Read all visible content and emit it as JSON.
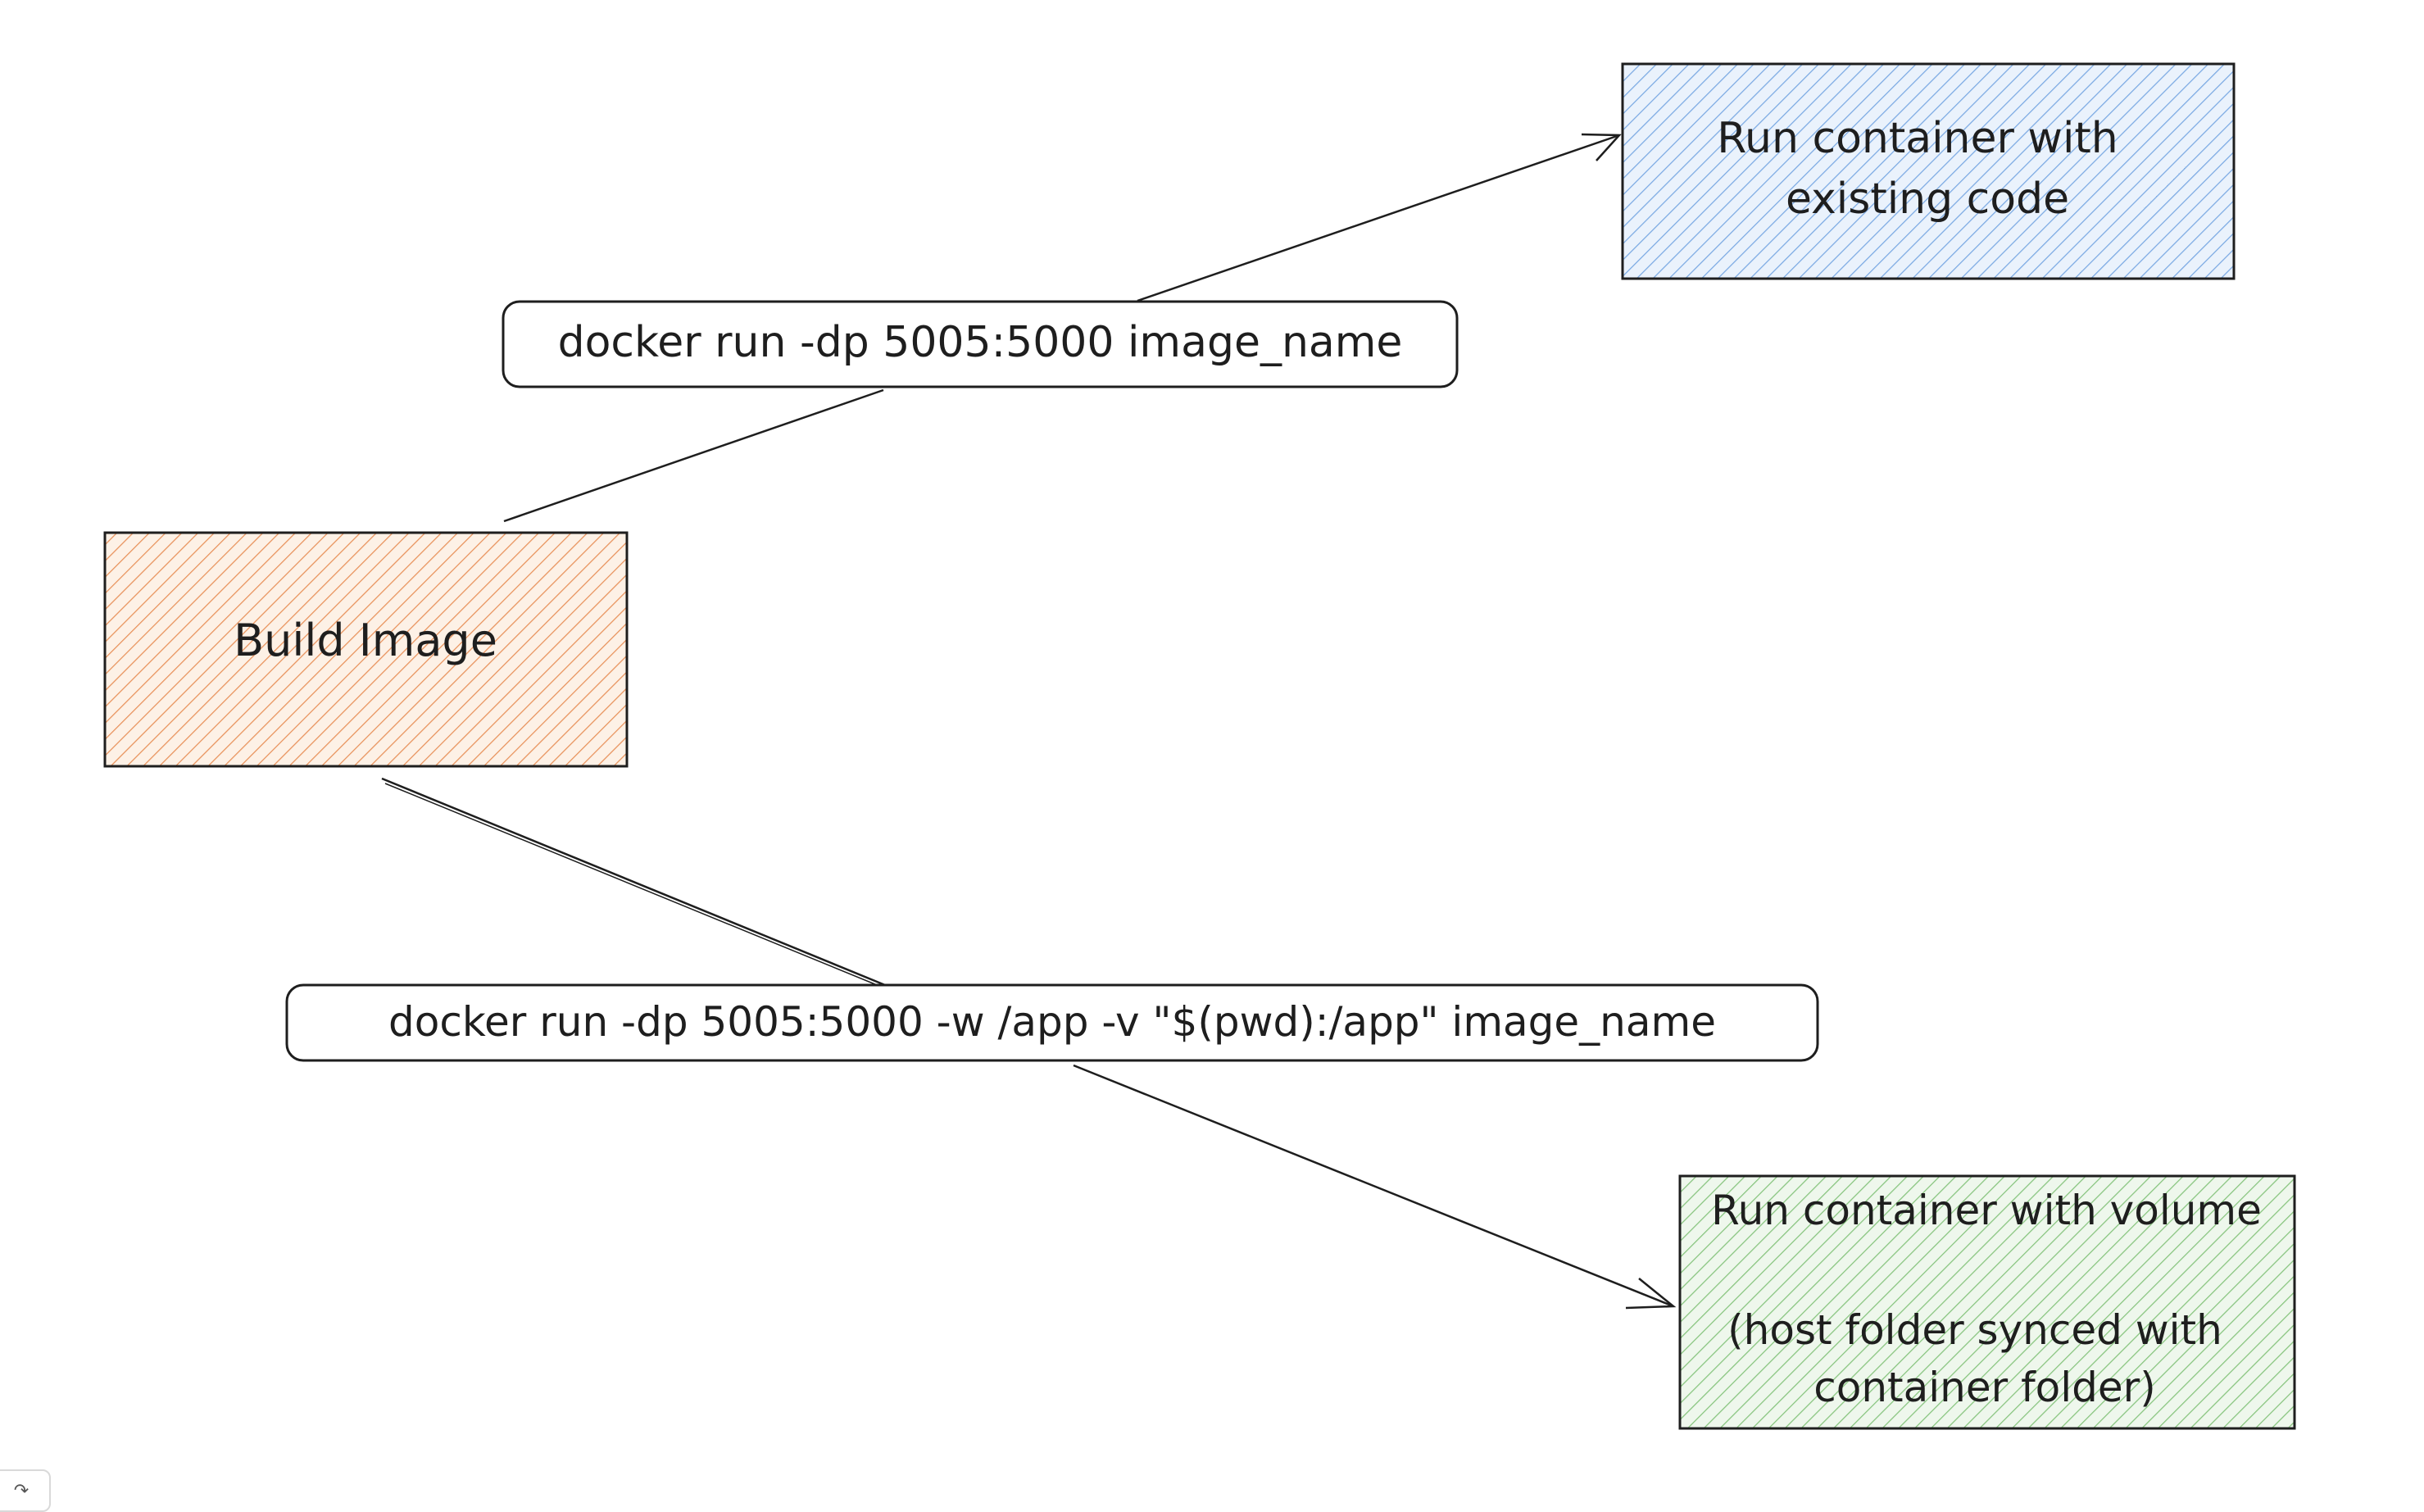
{
  "nodes": {
    "build_image": {
      "label": "Build Image",
      "fill": "#f2b98a",
      "stroke": "#1e1e1e"
    },
    "run_existing": {
      "label_lines": [
        "Run container with",
        "existing code"
      ],
      "fill": "#a5c8f0",
      "stroke": "#1e1e1e"
    },
    "run_volume": {
      "label_lines": [
        "Run container with volume",
        "",
        "(host folder synced with",
        "container folder)"
      ],
      "fill": "#b2dcae",
      "stroke": "#1e1e1e"
    }
  },
  "edges": {
    "top_command": "docker run -dp 5005:5000 image_name",
    "bottom_command": "docker run -dp 5005:5000 -w /app -v \"$(pwd):/app\" image_name"
  },
  "toolbar": {
    "undo_icon": "redo-arrow-icon"
  }
}
